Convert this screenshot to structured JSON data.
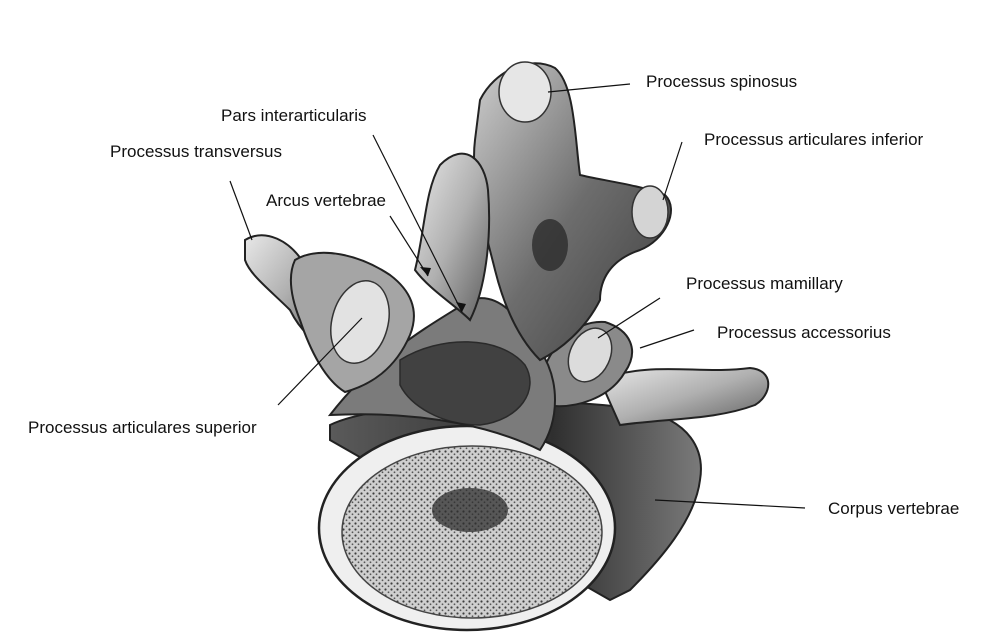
{
  "labels": {
    "processus_spinosus": "Processus spinosus",
    "pars_interarticularis": "Pars interarticularis",
    "processus_articulares_inferior": "Processus articulares inferior",
    "processus_transversus": "Processus transversus",
    "arcus_vertebrae": "Arcus vertebrae",
    "processus_mamillary": "Processus mamillary",
    "processus_accessorius": "Processus accessorius",
    "processus_articulares_superior": "Processus articulares superior",
    "corpus_vertebrae": "Corpus vertebrae"
  },
  "colors": {
    "ink": "#111111",
    "bone_light": "#d9d9d9",
    "bone_mid": "#9a9a9a",
    "bone_dark": "#3a3a3a",
    "background": "#ffffff"
  }
}
